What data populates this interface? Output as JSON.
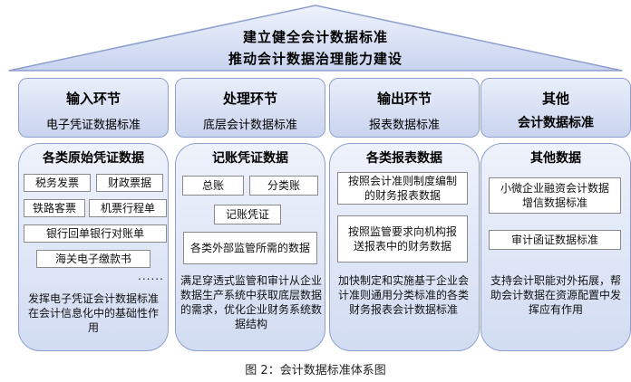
{
  "roof": {
    "title1": "建立健全会计数据标准",
    "title2": "推动会计数据治理能力建设"
  },
  "columns": [
    {
      "header_title": "输入环节",
      "header_sub": "电子凭证数据标准",
      "body_title": "各类原始凭证数据",
      "items": [
        "税务发票",
        "财政票据",
        "铁路客票",
        "机票行程单",
        "银行回单银行对账单",
        "海关电子缴款书"
      ],
      "ellipsis": "......",
      "description": "发挥电子凭证会计数据标准在会计信息化中的基础性作用"
    },
    {
      "header_title": "处理环节",
      "header_sub": "底层会计数据标准",
      "body_title": "记账凭证数据",
      "items": [
        "总账",
        "分类账",
        "记账凭证",
        "各类外部监管所需的数据"
      ],
      "description": "满足穿透式监管和审计从企业数据生产系统中获取底层数据的需求，优化企业财务系统数据结构"
    },
    {
      "header_title": "输出环节",
      "header_sub": "报表数据标准",
      "body_title": "各类报表数据",
      "items": [
        "按照会计准则制度编制的财务报表数据",
        "按照监管要求向机构报送报表中的财务数据"
      ],
      "description": "加快制定和实施基于企业会计准则通用分类标准的各类财务报表会计数据标准"
    },
    {
      "header_title": "其他",
      "header_sub": "会计数据标准",
      "body_title": "其他数据",
      "items": [
        "小微企业融资会计数据增信数据标准",
        "审计函证数据标准"
      ],
      "description": "支持会计职能对外拓展，帮助会计数据在资源配置中发挥应有作用"
    }
  ],
  "caption": "图 2：会计数据标准体系图"
}
